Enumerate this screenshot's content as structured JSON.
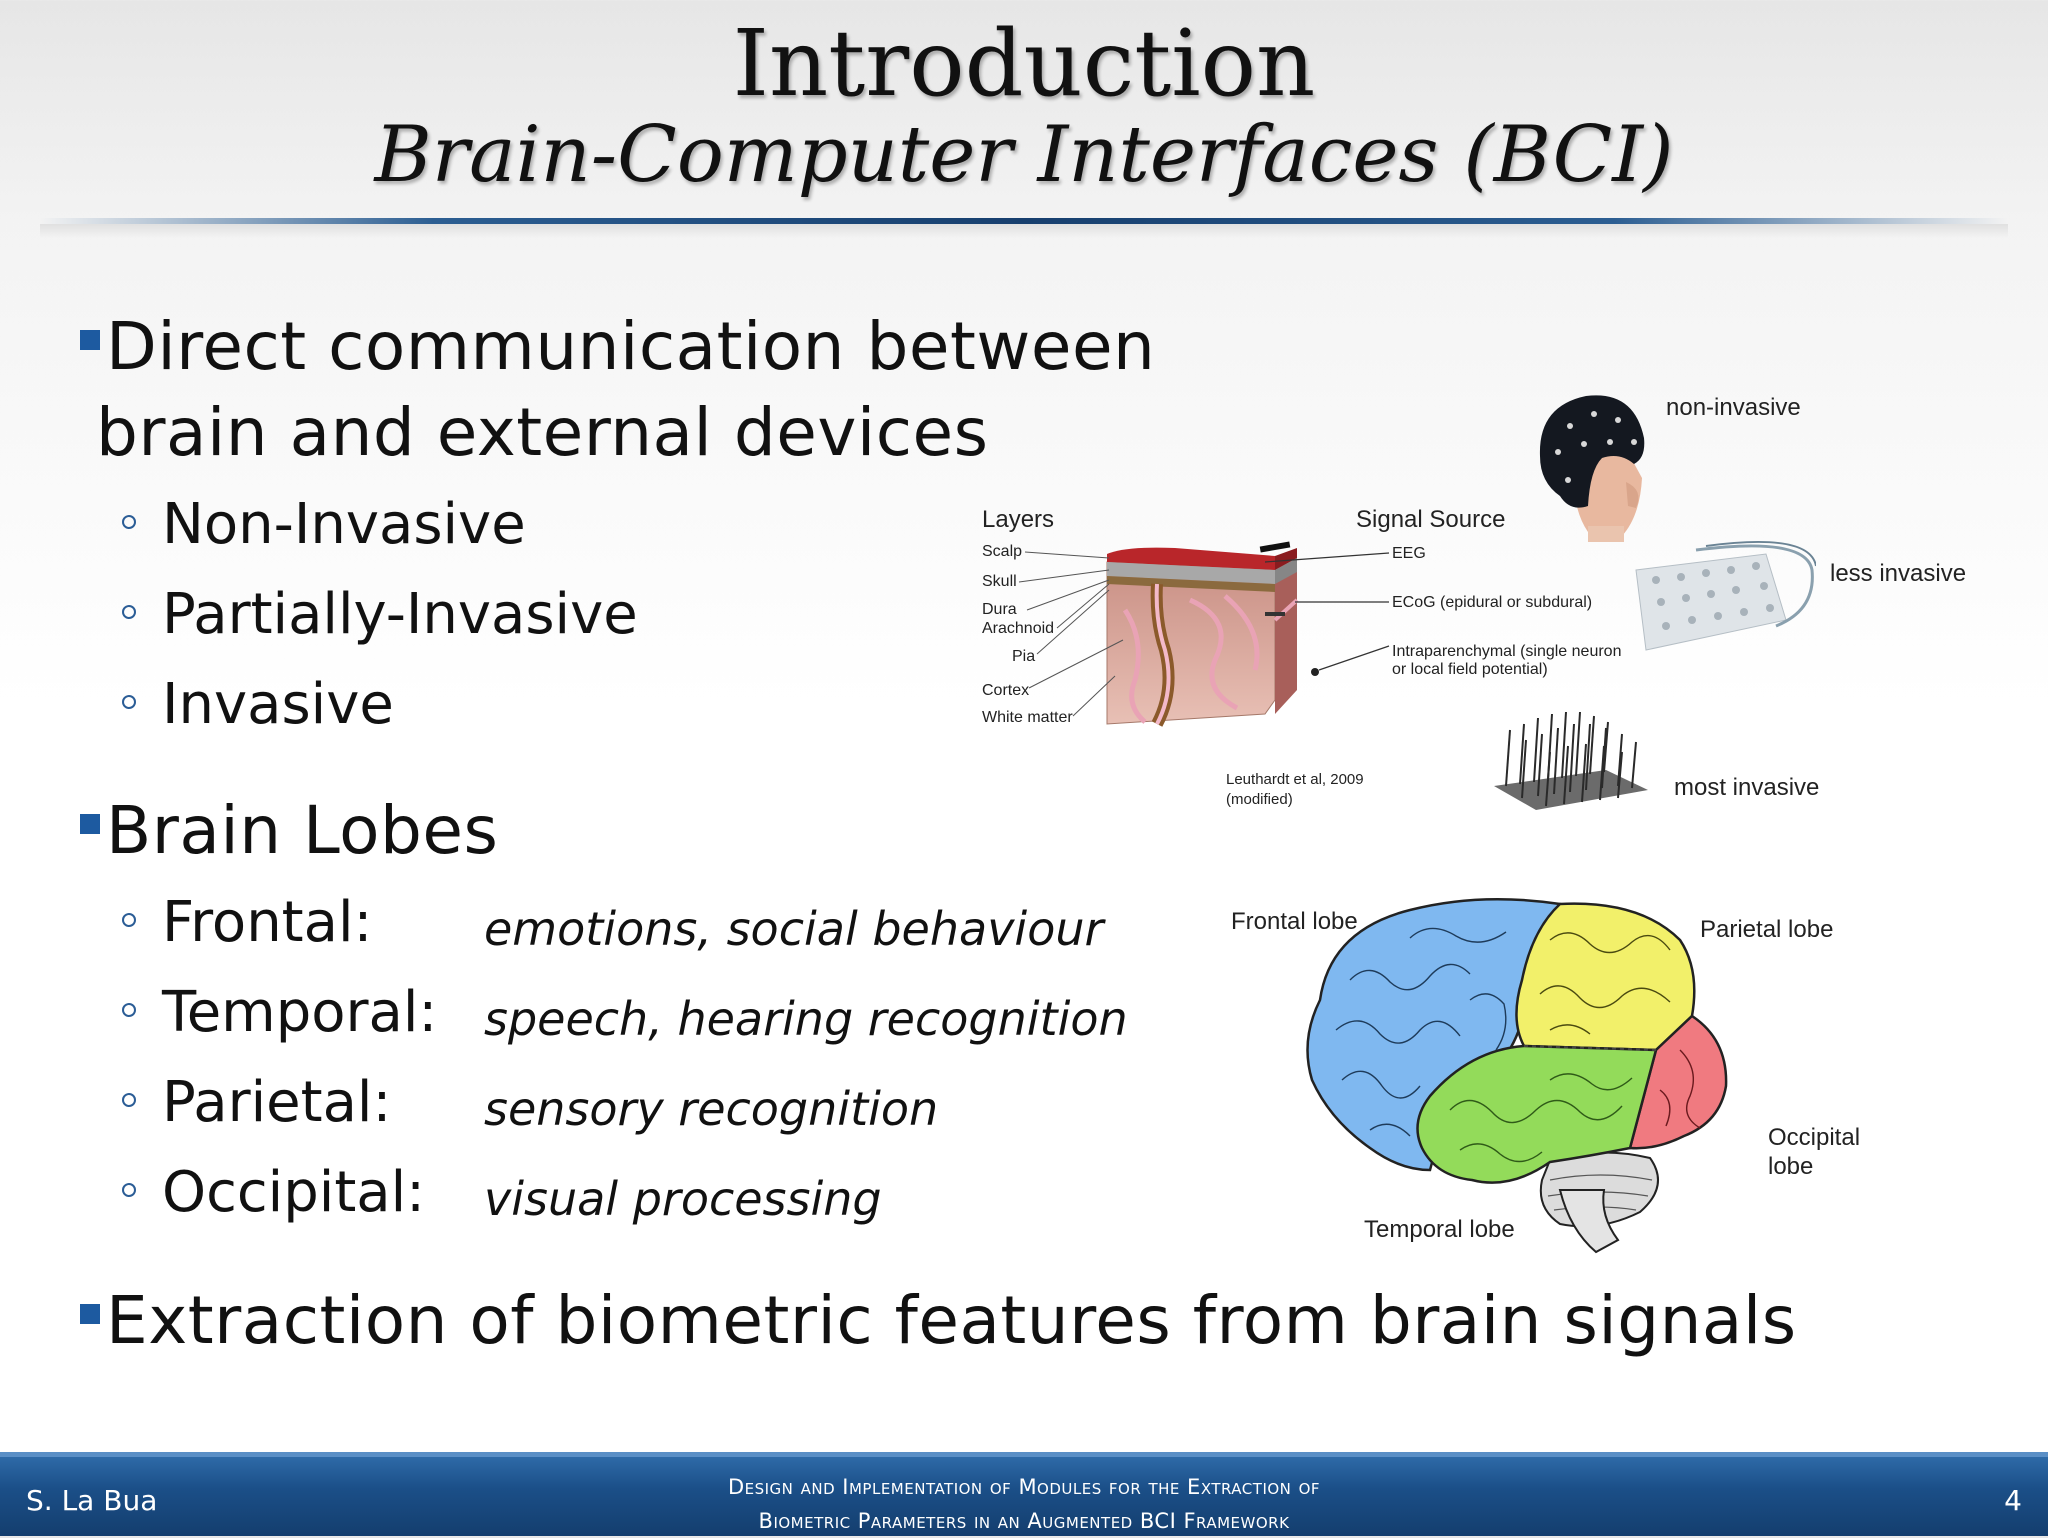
{
  "header": {
    "title": "Introduction",
    "subtitle": "Brain-Computer Interfaces (BCI)"
  },
  "bullets": {
    "b1_line1": "Direct communication between",
    "b1_line2": "brain and external devices",
    "types": [
      "Non-Invasive",
      "Partially-Invasive",
      "Invasive"
    ],
    "b2": "Brain Lobes",
    "lobes": [
      {
        "name": "Frontal:",
        "desc": "emotions, social behaviour"
      },
      {
        "name": "Temporal:",
        "desc": "speech, hearing recognition"
      },
      {
        "name": "Parietal:",
        "desc": "sensory recognition"
      },
      {
        "name": "Occipital:",
        "desc": "visual processing"
      }
    ],
    "b3": "Extraction of biometric features from brain signals"
  },
  "figure_bci": {
    "layers_title": "Layers",
    "layers": [
      "Scalp",
      "Skull",
      "Dura",
      "Arachnoid",
      "Pia",
      "Cortex",
      "White matter"
    ],
    "signal_title": "Signal Source",
    "signals": [
      "EEG",
      "ECoG (epidural or subdural)",
      "Intraparenchymal (single neuron",
      "or local field potential)"
    ],
    "citation_1": "Leuthardt  et al, 2009",
    "citation_2": "(modified)",
    "tag_non": "non-invasive",
    "tag_less": "less invasive",
    "tag_most": "most invasive"
  },
  "figure_lobes": {
    "frontal": "Frontal lobe",
    "parietal": "Parietal lobe",
    "occipital_1": "Occipital",
    "occipital_2": "lobe",
    "temporal": "Temporal lobe",
    "colors": {
      "frontal": "#7fb8f0",
      "parietal": "#f2f06a",
      "temporal": "#93db5a",
      "occipital": "#f07a80",
      "cerebellum": "#dcdcdc"
    }
  },
  "footer": {
    "author": "S. La Bua",
    "title_line1": "Design and Implementation of Modules for the Extraction of",
    "title_line2": "Biometric Parameters in an Augmented BCI Framework",
    "page": "4"
  }
}
